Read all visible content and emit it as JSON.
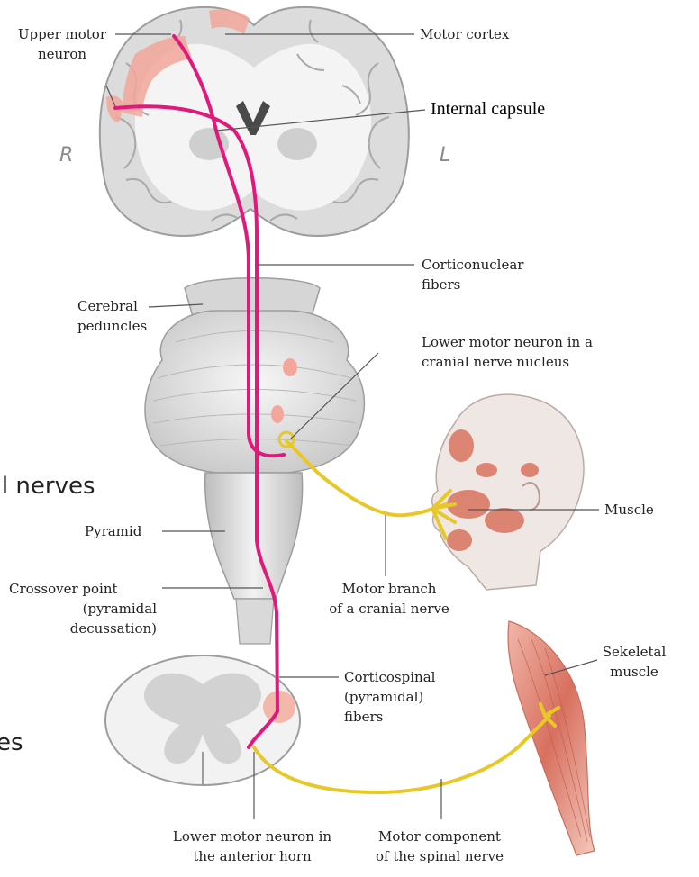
{
  "labels": {
    "upper_motor_neuron_1": "Upper motor",
    "upper_motor_neuron_2": "neuron",
    "motor_cortex": "Motor cortex",
    "internal_capsule": "Internal capsule",
    "side_right": "R",
    "side_left": "L",
    "corticonuclear_1": "Corticonuclear",
    "corticonuclear_2": "fibers",
    "cerebral_peduncles_1": "Cerebral",
    "cerebral_peduncles_2": "peduncles",
    "lower_motor_cranial_1": "Lower motor neuron in a",
    "lower_motor_cranial_2": "cranial nerve nucleus",
    "muscle": "Muscle",
    "pyramid": "Pyramid",
    "crossover_1": "Crossover point",
    "crossover_2": "(pyramidal",
    "crossover_3": "decussation)",
    "motor_branch_1": "Motor branch",
    "motor_branch_2": "of a cranial nerve",
    "skeletal_muscle_1": "Sekeletal",
    "skeletal_muscle_2": "muscle",
    "corticospinal_1": "Corticospinal",
    "corticospinal_2": "(pyramidal)",
    "corticospinal_3": "fibers",
    "lower_motor_horn_1": "Lower motor neuron in",
    "lower_motor_horn_2": "the anterior horn",
    "motor_component_1": "Motor component",
    "motor_component_2": "of the spinal nerve"
  },
  "cropped_text": {
    "line_1": "al nerves",
    "line_2": "es"
  },
  "colors": {
    "upper_motor_pathway": "#e0197d",
    "lower_motor_pathway": "#e8c829",
    "motor_cortex_highlight": "#f3a79a",
    "brain_tissue": "#d8d8d8",
    "leader_line": "#555555"
  }
}
